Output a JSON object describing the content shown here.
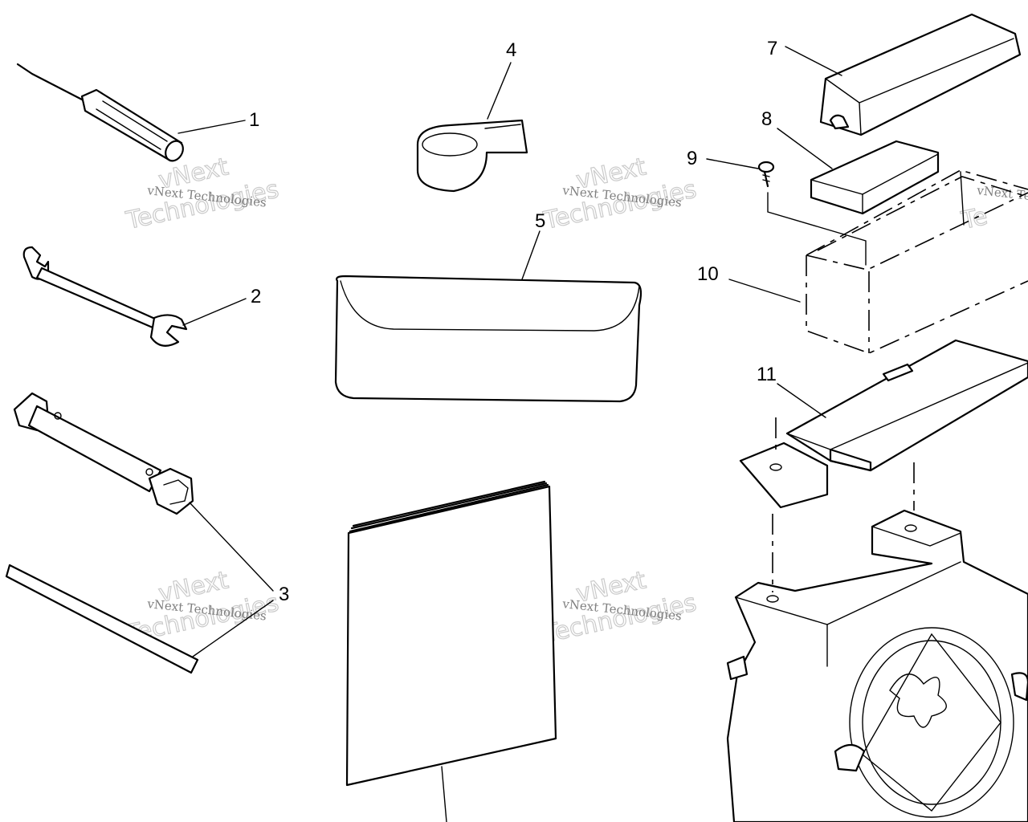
{
  "callouts": {
    "c1": "1",
    "c2": "2",
    "c3": "3",
    "c4": "4",
    "c5": "5",
    "c6": "7",
    "c7": "8",
    "c8": "9",
    "c9": "10",
    "c10": "11"
  },
  "watermarks": {
    "line_a": "vNext Technologies",
    "line_b": "vNext",
    "line_c": "Technologies",
    "partial_a": "vNext Te",
    "partial_b": "Te"
  }
}
